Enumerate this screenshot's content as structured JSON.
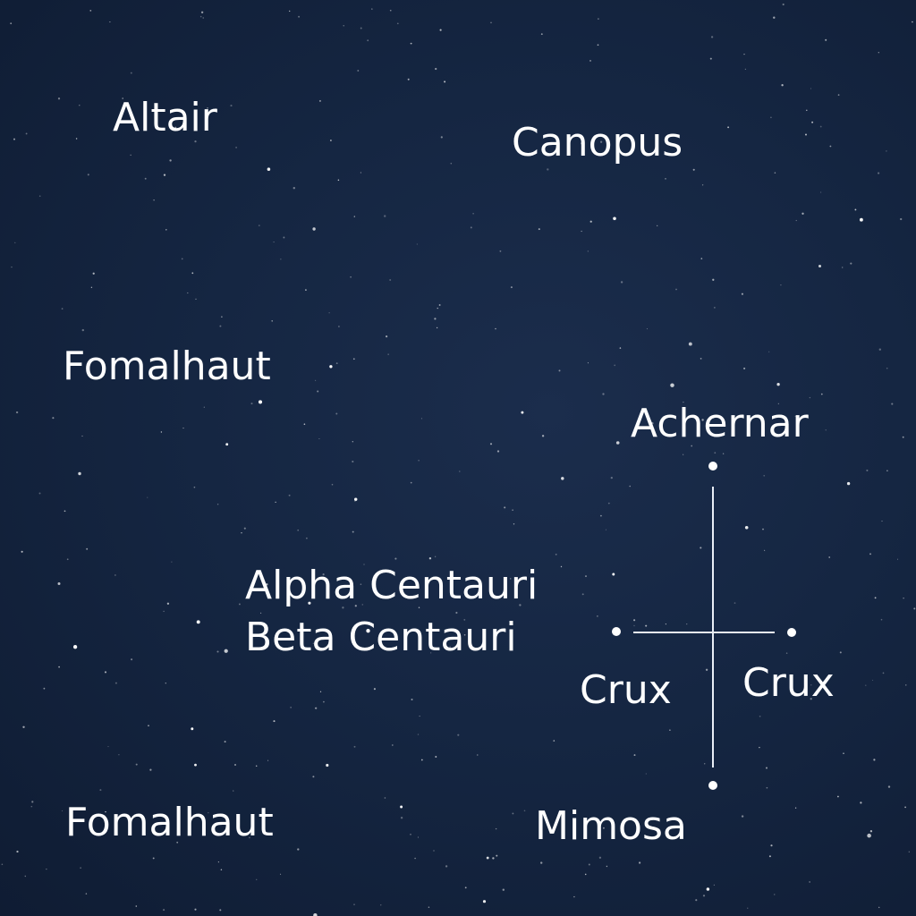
{
  "labels": {
    "altair": "Altair",
    "canopus": "Canopus",
    "fomalhaut_upper": "Fomalhaut",
    "achernar": "Achernar",
    "alpha_centauri": "Alpha Centauri",
    "beta_centauri": "Beta Centauri",
    "crux_left": "Crux",
    "crux_right": "Crux",
    "fomalhaut_lower": "Fomalhaut",
    "mimosa": "Mimosa"
  },
  "colors": {
    "background": "#13223b",
    "label": "#ffffff",
    "line": "#e9eef6"
  }
}
